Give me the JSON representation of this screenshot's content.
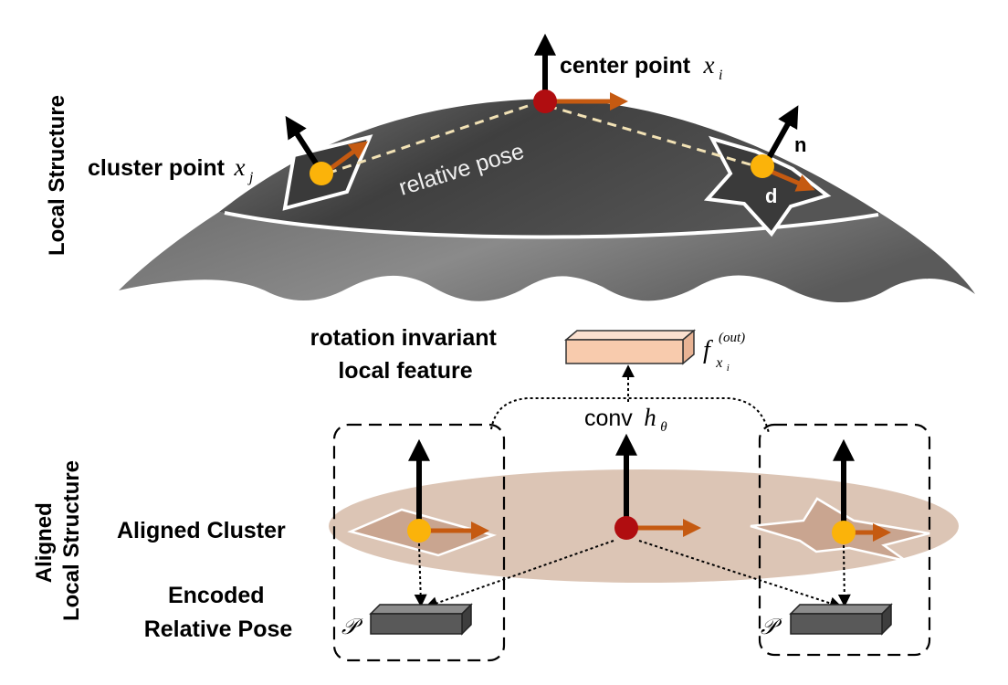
{
  "top": {
    "section_label": "Local Structure",
    "center_label": "center point",
    "center_var": "x",
    "center_sub": "i",
    "cluster_label": "cluster point",
    "cluster_var": "x",
    "cluster_sub": "j",
    "relative_pose": "relative pose",
    "normal_label": "n",
    "direction_label": "d"
  },
  "middle": {
    "feature_label_line1": "rotation invariant",
    "feature_label_line2": "local feature",
    "feature_var": "f",
    "feature_sub": "x",
    "feature_subsub": "i",
    "feature_sup": "(out)",
    "conv_label": "conv",
    "conv_var": "h",
    "conv_sub": "θ"
  },
  "bottom": {
    "section_label_line1": "Aligned",
    "section_label_line2": "Local Structure",
    "aligned_cluster": "Aligned Cluster",
    "encoded_line1": "Encoded",
    "encoded_line2": "Relative Pose",
    "encoder_symbol": "𝒫"
  },
  "colors": {
    "surface": "#4d4d4d",
    "center_point": "#b00d10",
    "cluster_point": "#fbb30a",
    "direction_arrow": "#c55a11",
    "feature_box": "#f8cbad",
    "aligned_ellipse": "#dcc5b5",
    "encoder_box": "#595959"
  }
}
